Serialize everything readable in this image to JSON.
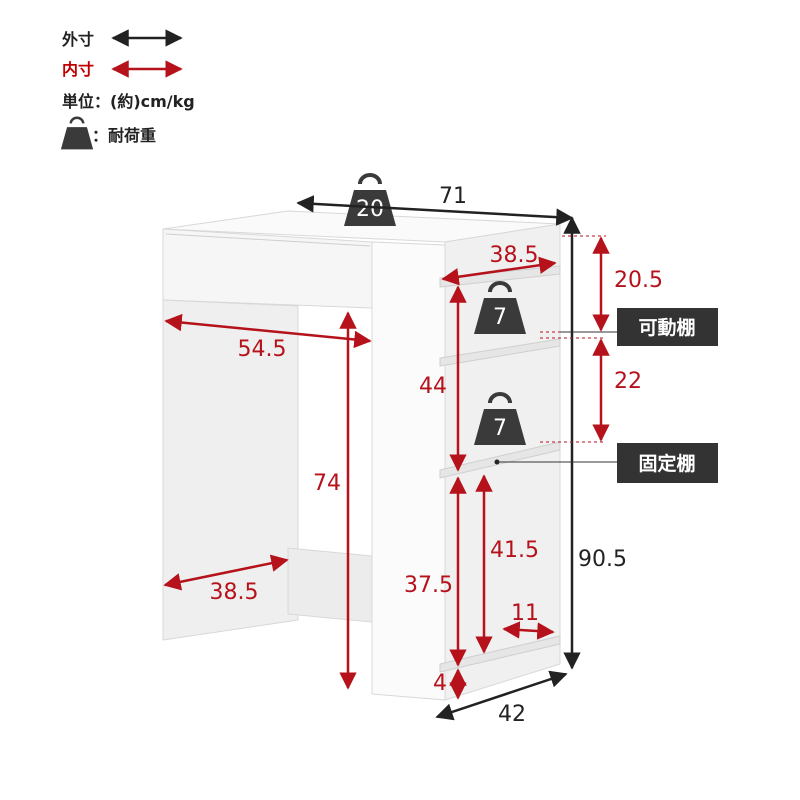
{
  "legend": {
    "outer_label": "外寸",
    "inner_label": "内寸",
    "unit_label": "単位：(約)cm/kg",
    "load_label": "：耐荷重"
  },
  "colors": {
    "outer": "#222222",
    "inner": "#b5121b",
    "weight_icon": "#3a3a3a",
    "tag_bg": "#333333"
  },
  "weights": {
    "top": "20",
    "shelf_upper": "7",
    "shelf_middle": "7"
  },
  "dimensions": {
    "width_total": "71",
    "depth_total": "42",
    "height_total": "90.5",
    "desk_height": "74",
    "desk_inner_width": "54.5",
    "desk_inner_depth": "38.5",
    "shelf_width": "38.5",
    "upper_shelf_height": "20.5",
    "middle_shelf_height": "22",
    "shelf_section_height": "44",
    "bottom_inner_height": "41.5",
    "bottom_section_height": "37.5",
    "bottom_plinth": "4",
    "bottom_depth": "11"
  },
  "tags": {
    "movable_shelf": "可動棚",
    "fixed_shelf": "固定棚"
  }
}
